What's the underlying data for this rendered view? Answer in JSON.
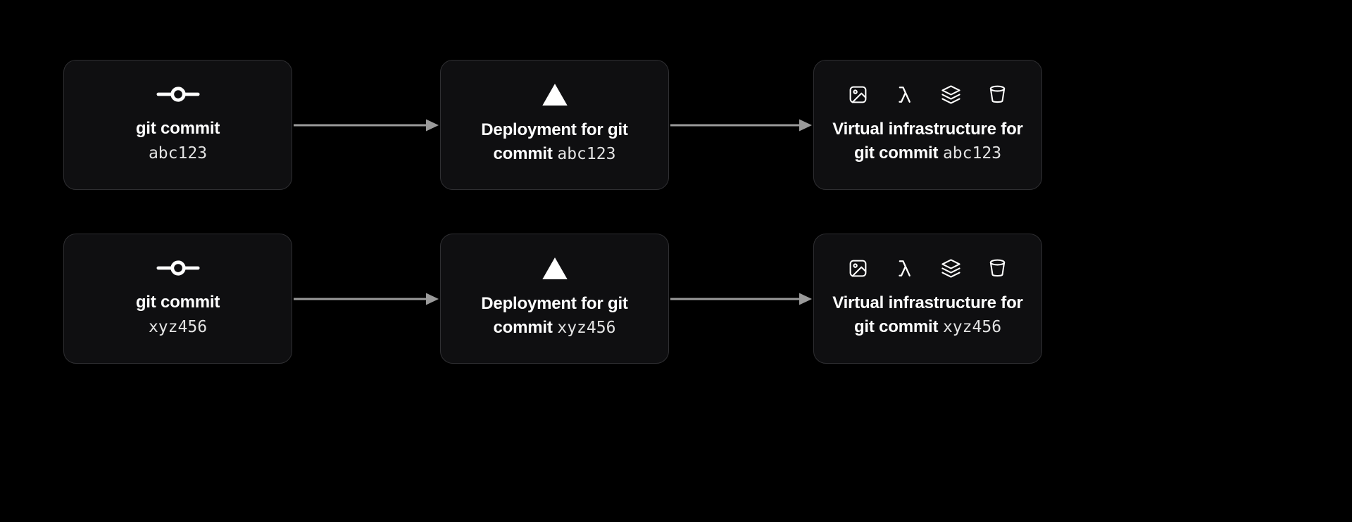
{
  "diagram": {
    "title": "Git commit to deployment to virtual infrastructure flow",
    "colors": {
      "background": "#000000",
      "card_background": "#0f0f11",
      "card_border": "#2f2f32",
      "text": "#ffffff",
      "mono_text": "#e3e3e3",
      "arrow": "#9a9a9a"
    },
    "icons": {
      "commit": "git-commit-icon",
      "deployment": "vercel-triangle-icon",
      "infrastructure": [
        "image-icon",
        "lambda-icon",
        "layers-icon",
        "bucket-icon"
      ]
    },
    "rows": [
      {
        "commit": {
          "label": "git commit",
          "hash": "abc123"
        },
        "deployment": {
          "label": "Deployment for git commit",
          "hash": "abc123"
        },
        "infra": {
          "label": "Virtual infrastructure for git commit",
          "hash": "abc123"
        }
      },
      {
        "commit": {
          "label": "git commit",
          "hash": "xyz456"
        },
        "deployment": {
          "label": "Deployment for git commit",
          "hash": "xyz456"
        },
        "infra": {
          "label": "Virtual infrastructure for git commit",
          "hash": "xyz456"
        }
      }
    ]
  }
}
